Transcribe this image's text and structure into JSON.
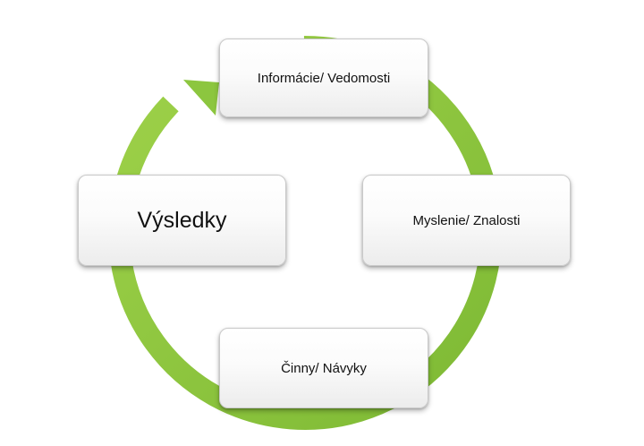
{
  "diagram": {
    "type": "cycle",
    "accent_color": "#8cc63f",
    "direction": "clockwise",
    "nodes": [
      {
        "id": "top",
        "label": "Informácie/ Vedomosti"
      },
      {
        "id": "right",
        "label": "Myslenie/ Znalosti"
      },
      {
        "id": "bottom",
        "label": "Činny/ Návyky"
      },
      {
        "id": "left",
        "label": "Výsledky"
      }
    ]
  }
}
